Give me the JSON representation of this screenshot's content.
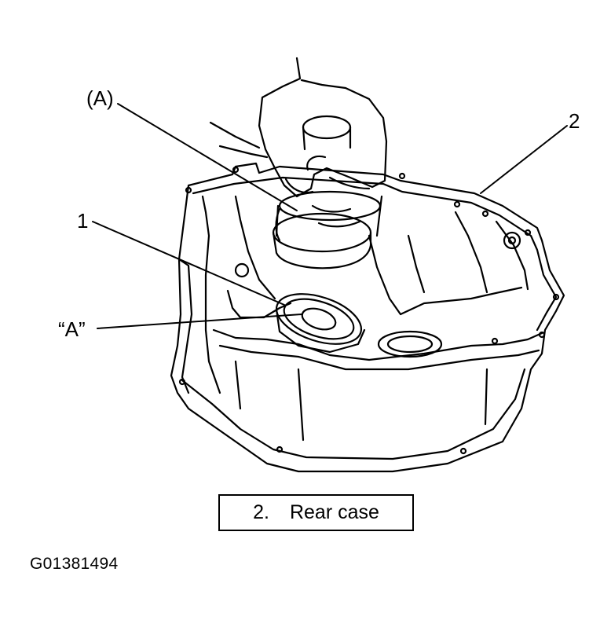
{
  "callouts": {
    "tool_a": "(A)",
    "part_2": "2",
    "part_1": "1",
    "point_a": "“A”"
  },
  "legend": {
    "number": "2.",
    "label": "Rear case"
  },
  "figure_id": "G01381494",
  "colors": {
    "line": "#000000",
    "background": "#ffffff"
  }
}
